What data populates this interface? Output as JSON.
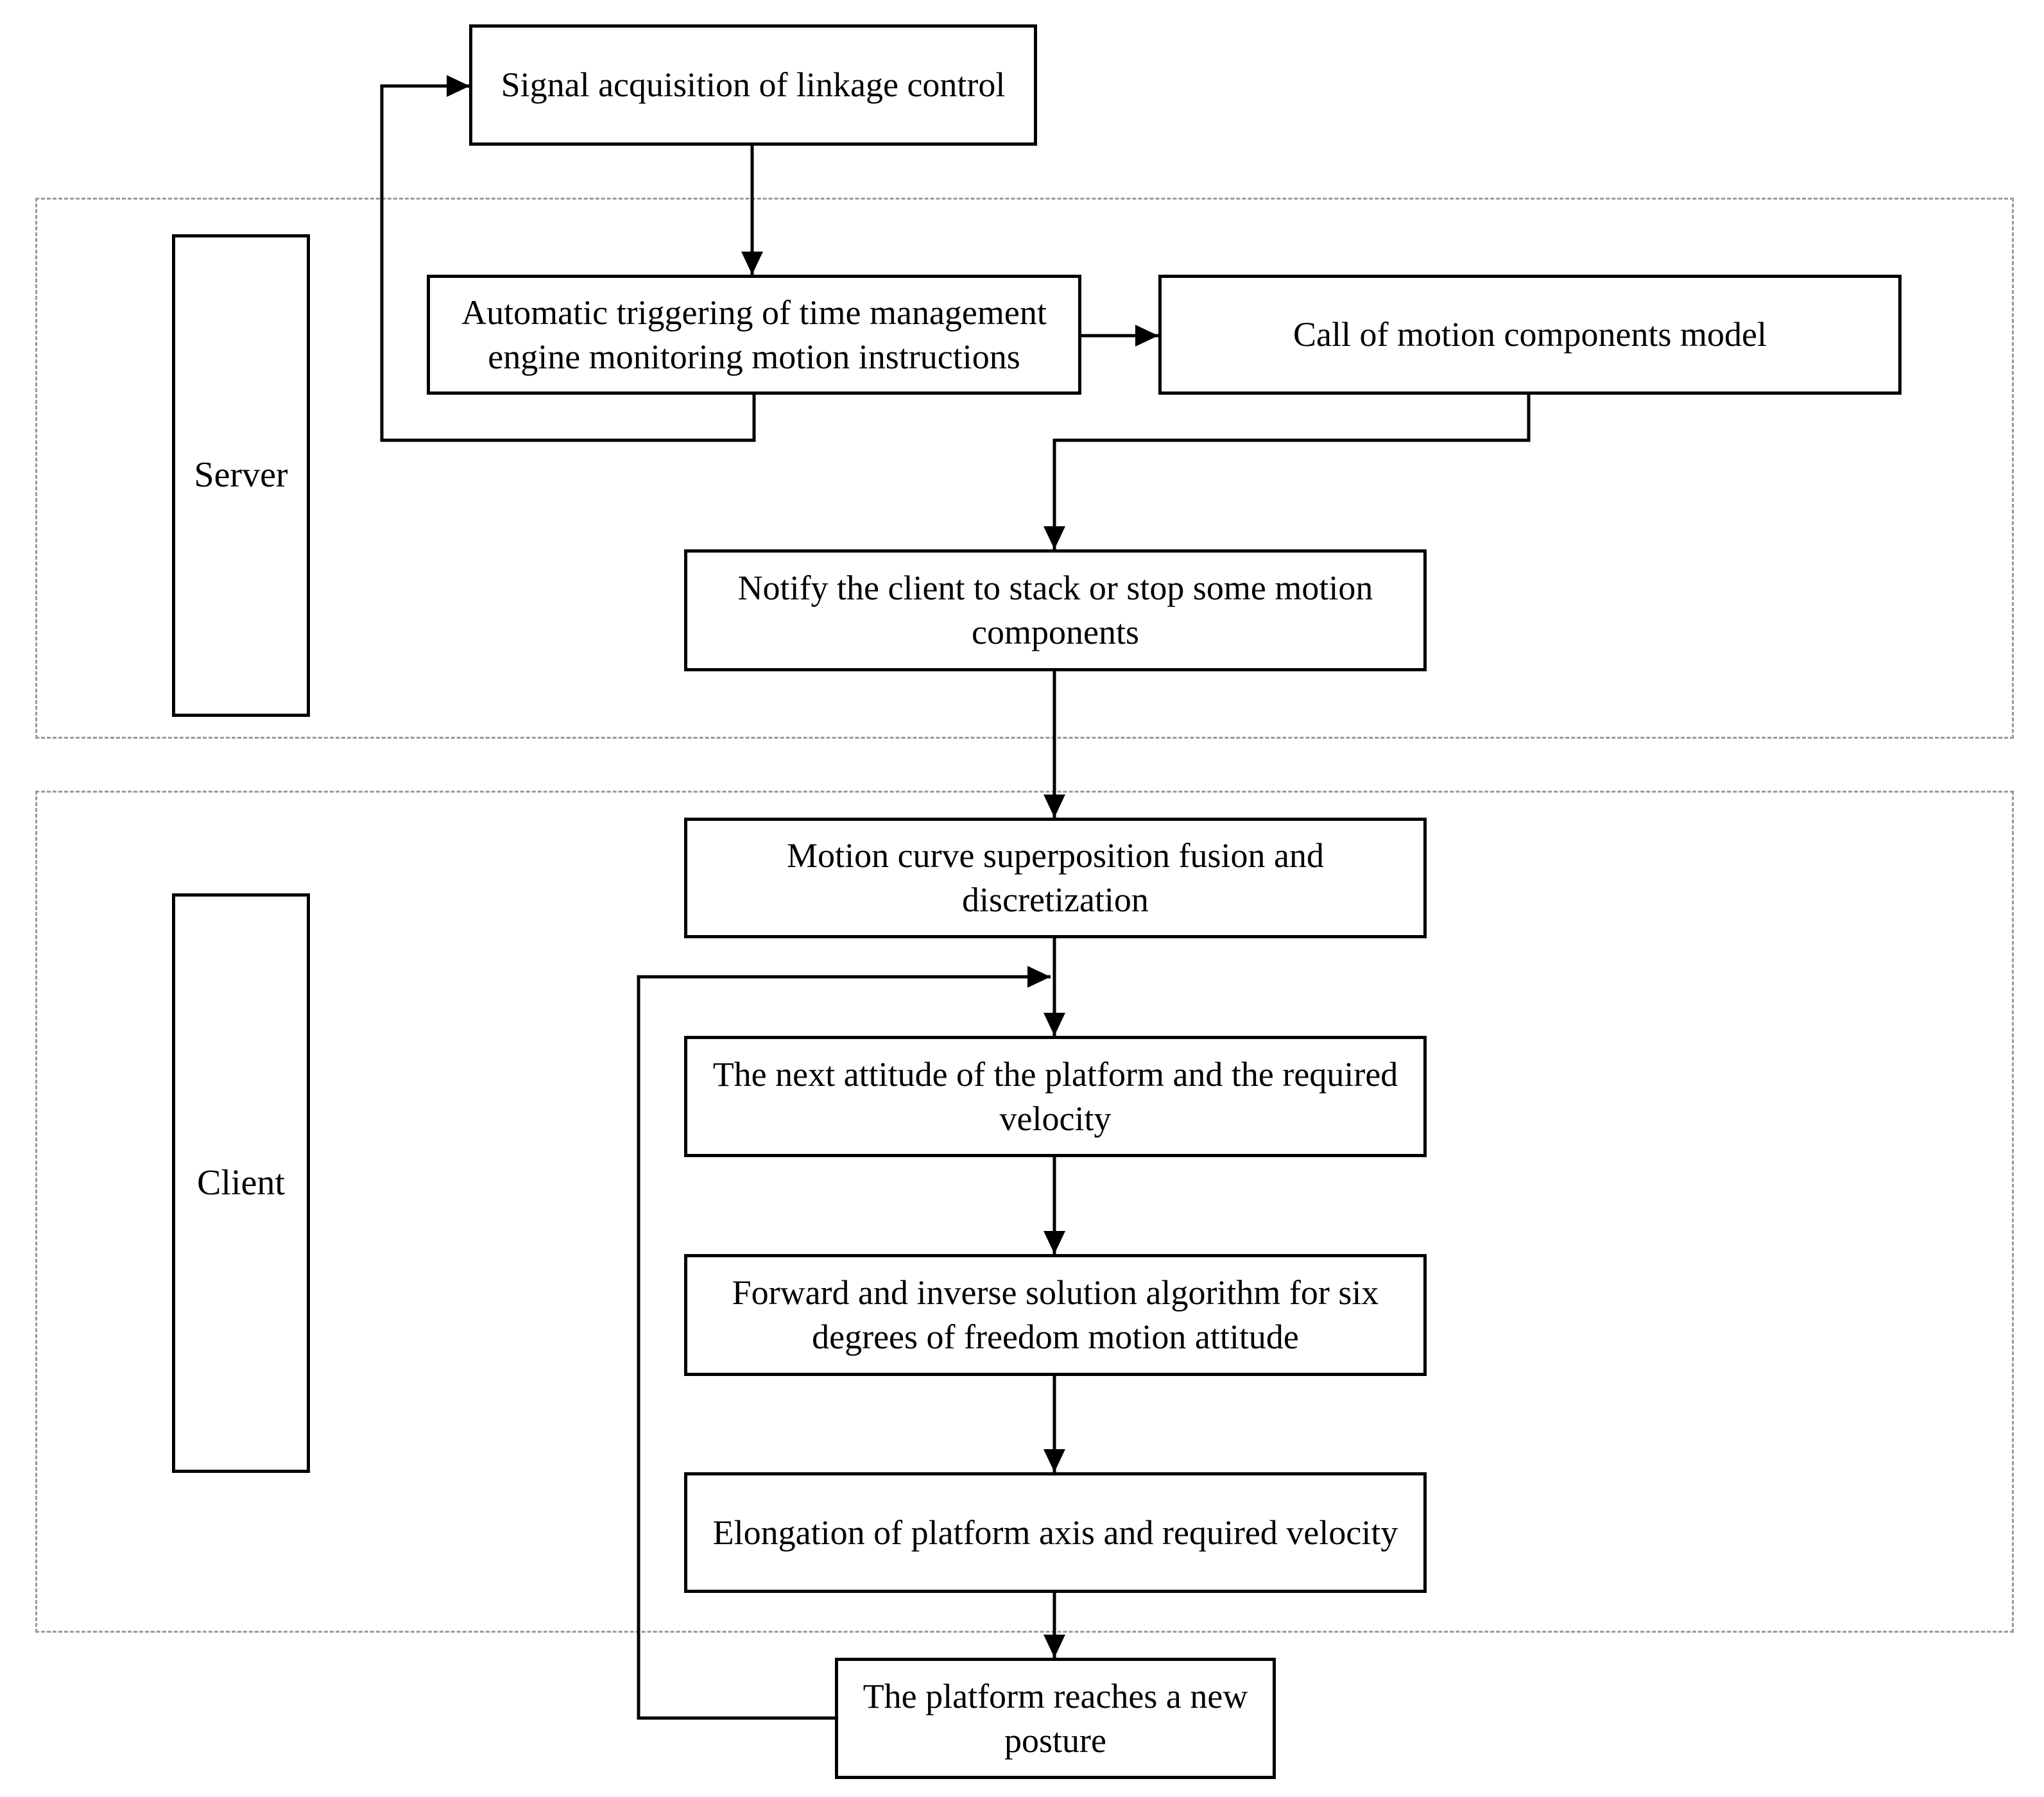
{
  "diagram": {
    "lanes": {
      "server": "Server",
      "client": "Client"
    },
    "nodes": {
      "signal_acquisition": "Signal acquisition of linkage control",
      "auto_triggering": "Automatic triggering of time management engine monitoring motion instructions",
      "call_model": "Call of motion components model",
      "notify_client": "Notify the client to stack or stop some motion components",
      "curve_fusion": "Motion curve superposition fusion and discretization",
      "next_attitude": "The next attitude of the platform and the required velocity",
      "forward_inverse": "Forward and inverse solution algorithm for six degrees of freedom motion attitude",
      "elongation": "Elongation of platform axis and required velocity",
      "new_posture": "The platform reaches a new posture"
    },
    "colors": {
      "line": "#000000",
      "zone_border": "#9a9a9a"
    }
  }
}
